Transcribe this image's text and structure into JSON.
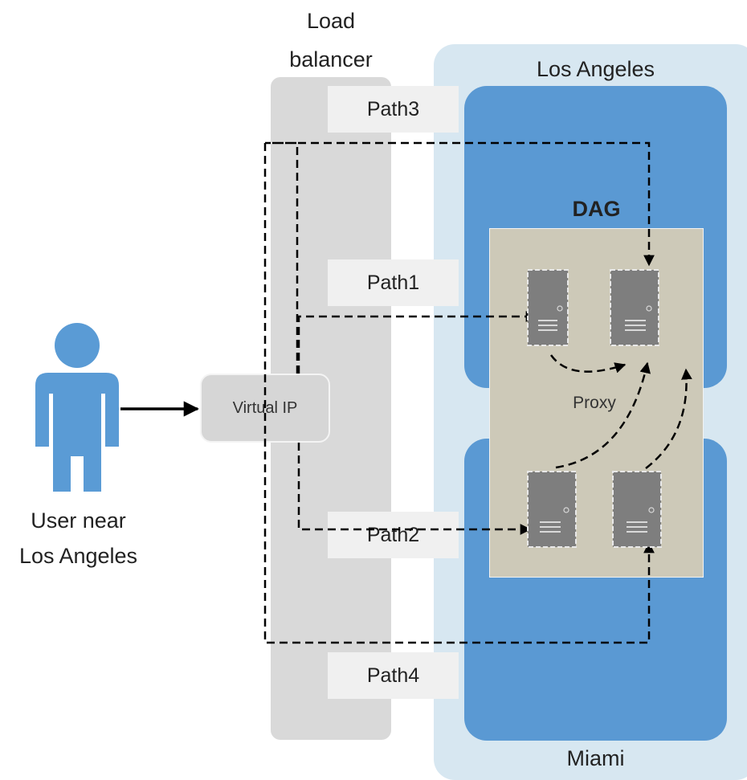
{
  "load_balancer": {
    "label_line1": "Load",
    "label_line2": "balancer"
  },
  "regions": {
    "top": "Los Angeles",
    "bottom": "Miami"
  },
  "dag_label": "DAG",
  "virtual_ip": "Virtual IP",
  "proxy_label": "Proxy",
  "paths": {
    "path1": "Path1",
    "path2": "Path2",
    "path3": "Path3",
    "path4": "Path4"
  },
  "user": {
    "line1": "User near",
    "line2": "Los Angeles"
  },
  "colors": {
    "outer_region": "#d7e7f1",
    "site_box": "#5a99d3",
    "dag_box": "#cdc9b8",
    "load_balancer": "#d9d9d9",
    "virtual_ip": "#d6d6d6",
    "server": "#7e7e7e",
    "user_icon": "#5a9bd5"
  }
}
